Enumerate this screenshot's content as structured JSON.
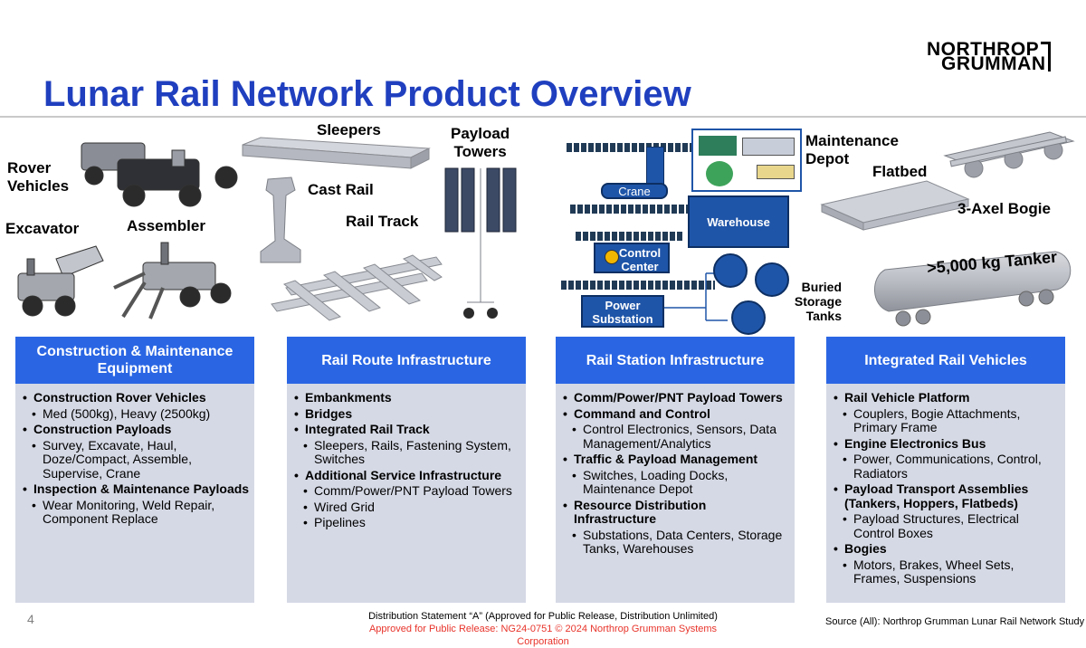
{
  "header": {
    "logo_line1": "NORTHROP",
    "logo_line2": "GRUMMAN",
    "title": "Lunar Rail Network Product Overview"
  },
  "labels": {
    "rover_vehicles": [
      "Rover",
      "Vehicles"
    ],
    "excavator": "Excavator",
    "assembler": "Assembler",
    "sleepers": "Sleepers",
    "cast_rail": "Cast Rail",
    "rail_track": "Rail Track",
    "payload_towers": [
      "Payload",
      "Towers"
    ],
    "crane": "Crane",
    "warehouse": "Warehouse",
    "control_center": [
      "Control",
      "Center"
    ],
    "power_substation": [
      "Power",
      "Substation"
    ],
    "maintenance_depot": [
      "Maintenance",
      "Depot"
    ],
    "buried_storage_tanks": [
      "Buried",
      "Storage",
      "Tanks"
    ],
    "flatbed": "Flatbed",
    "bogie": "3-Axel Bogie",
    "tanker": ">5,000 kg Tanker"
  },
  "columns": [
    {
      "header": "Construction & Maintenance Equipment",
      "items": [
        {
          "text": "Construction Rover Vehicles",
          "subs": [
            "Med (500kg), Heavy (2500kg)"
          ]
        },
        {
          "text": "Construction Payloads",
          "subs": [
            "Survey, Excavate, Haul, Doze/Compact, Assemble, Supervise, Crane"
          ]
        },
        {
          "text": "Inspection & Maintenance Payloads",
          "subs": [
            "Wear Monitoring, Weld Repair, Component Replace"
          ]
        }
      ]
    },
    {
      "header": "Rail Route Infrastructure",
      "items": [
        {
          "text": "Embankments",
          "subs": []
        },
        {
          "text": "Bridges",
          "subs": []
        },
        {
          "text": "Integrated Rail Track",
          "subs": [
            "Sleepers, Rails, Fastening System, Switches"
          ]
        },
        {
          "text": "Additional Service Infrastructure",
          "subs": [
            "Comm/Power/PNT Payload Towers",
            "Wired Grid",
            "Pipelines"
          ]
        }
      ]
    },
    {
      "header": "Rail Station Infrastructure",
      "items": [
        {
          "text": "Comm/Power/PNT Payload Towers",
          "subs": []
        },
        {
          "text": "Command and Control",
          "subs": [
            "Control Electronics, Sensors, Data Management/Analytics"
          ]
        },
        {
          "text": "Traffic & Payload Management",
          "subs": [
            "Switches, Loading Docks, Maintenance Depot"
          ]
        },
        {
          "text": "Resource Distribution Infrastructure",
          "subs": [
            "Substations, Data Centers, Storage Tanks, Warehouses"
          ]
        }
      ]
    },
    {
      "header": "Integrated Rail Vehicles",
      "items": [
        {
          "text": "Rail Vehicle Platform",
          "subs": [
            "Couplers, Bogie Attachments, Primary Frame"
          ]
        },
        {
          "text": "Engine Electronics Bus",
          "subs": [
            "Power, Communications, Control, Radiators"
          ]
        },
        {
          "text": "Payload Transport Assemblies (Tankers, Hoppers, Flatbeds)",
          "subs": [
            "Payload Structures, Electrical Control Boxes"
          ]
        },
        {
          "text": "Bogies",
          "subs": [
            "Motors, Brakes, Wheel Sets, Frames, Suspensions"
          ]
        }
      ]
    }
  ],
  "footer": {
    "page_number": "4",
    "distribution": "Distribution Statement “A” (Approved for Public Release, Distribution Unlimited)",
    "approval": "Approved for Public Release: NG24-0751 © 2024 Northrop Grumman Systems Corporation",
    "source": "Source (All): Northrop Grumman Lunar Rail Network Study"
  }
}
